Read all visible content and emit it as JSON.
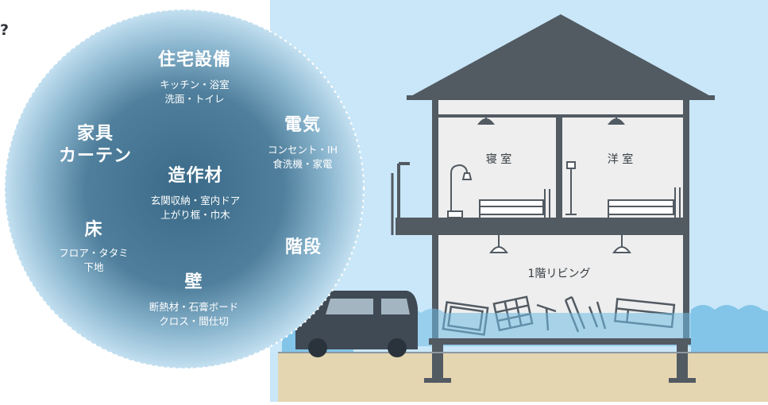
{
  "heading_mark": "?",
  "categories": [
    {
      "title": "住宅設備",
      "lines": [
        "キッチン・浴室",
        "洗面・トイレ"
      ]
    },
    {
      "title": "電気",
      "lines": [
        "コンセント・IH",
        "食洗機・家電"
      ]
    },
    {
      "title": "家具",
      "title2": "カーテン",
      "lines": []
    },
    {
      "title": "造作材",
      "lines": [
        "玄関収納・室内ドア",
        "上がり框・巾木"
      ]
    },
    {
      "title": "床",
      "lines": [
        "フロア・タタミ",
        "下地"
      ]
    },
    {
      "title": "階段",
      "lines": []
    },
    {
      "title": "壁",
      "lines": [
        "断熱材・石膏ボード",
        "クロス・間仕切"
      ]
    }
  ],
  "rooms": {
    "bedroom": "寝 室",
    "western_room": "洋 室",
    "living": "1階リビング"
  },
  "colors": {
    "sky": "#c9e7f8",
    "roof": "#525a62",
    "wall": "#eeeeee",
    "water": "#7fc3e8",
    "ground": "#e5d6b2",
    "circle_center": "#3c6e8c",
    "circle_edge": "#b7d7e8"
  }
}
